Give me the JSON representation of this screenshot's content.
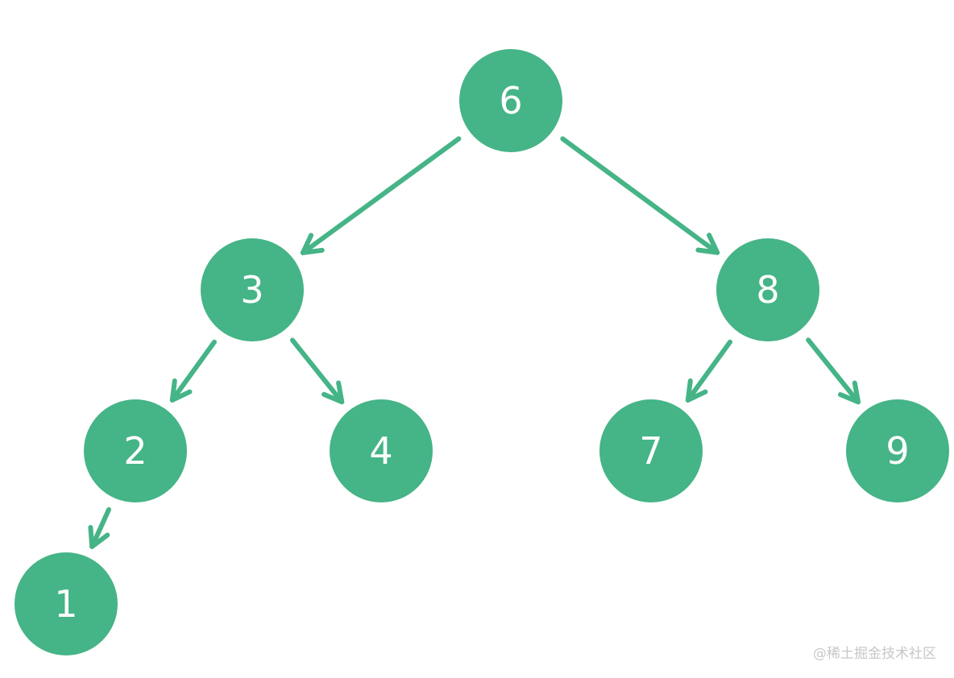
{
  "tree": {
    "root": "6",
    "nodes": [
      {
        "id": "n6",
        "label": "6"
      },
      {
        "id": "n3",
        "label": "3"
      },
      {
        "id": "n8",
        "label": "8"
      },
      {
        "id": "n2",
        "label": "2"
      },
      {
        "id": "n4",
        "label": "4"
      },
      {
        "id": "n7",
        "label": "7"
      },
      {
        "id": "n9",
        "label": "9"
      },
      {
        "id": "n1",
        "label": "1"
      }
    ],
    "edges": [
      {
        "from": "n6",
        "to": "n3"
      },
      {
        "from": "n6",
        "to": "n8"
      },
      {
        "from": "n3",
        "to": "n2"
      },
      {
        "from": "n3",
        "to": "n4"
      },
      {
        "from": "n8",
        "to": "n7"
      },
      {
        "from": "n8",
        "to": "n9"
      },
      {
        "from": "n2",
        "to": "n1"
      }
    ],
    "colors": {
      "node_fill": "#45b487",
      "node_text": "#ffffff",
      "edge": "#45b487"
    }
  },
  "watermark": "@稀土掘金技术社区"
}
